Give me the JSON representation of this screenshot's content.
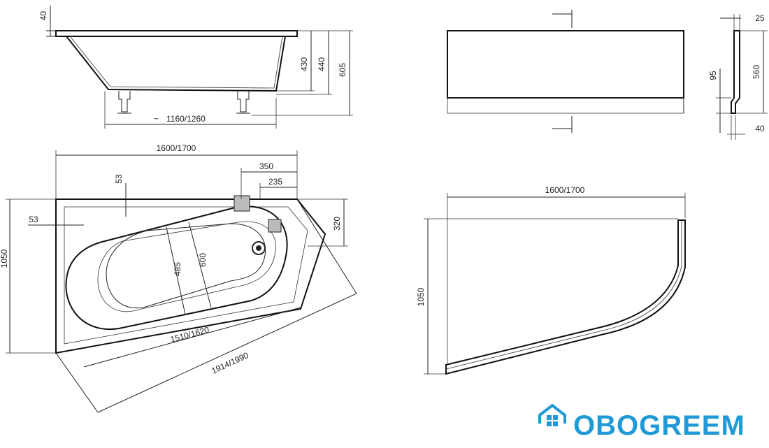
{
  "side_view": {
    "height_rim": "40",
    "height_430": "430",
    "height_440": "440",
    "height_605": "605",
    "length_legs": "1160/1260",
    "approx_sign": "~"
  },
  "top_view": {
    "length": "1600/1700",
    "offset_53_top": "53",
    "offset_53_left": "53",
    "dim_350": "350",
    "dim_235": "235",
    "dim_320": "320",
    "width": "1050",
    "inner_485": "485",
    "inner_600": "600",
    "inner_length": "1510/1620",
    "diagonal": "1914/1990"
  },
  "panel_front": {},
  "panel_section": {
    "dim_25": "25",
    "dim_95": "95",
    "dim_560": "560",
    "dim_40": "40"
  },
  "panel_top": {
    "length": "1600/1700",
    "width": "1050"
  },
  "logo": {
    "text": "OBOGREEM",
    "color": "#1f9ad6"
  }
}
